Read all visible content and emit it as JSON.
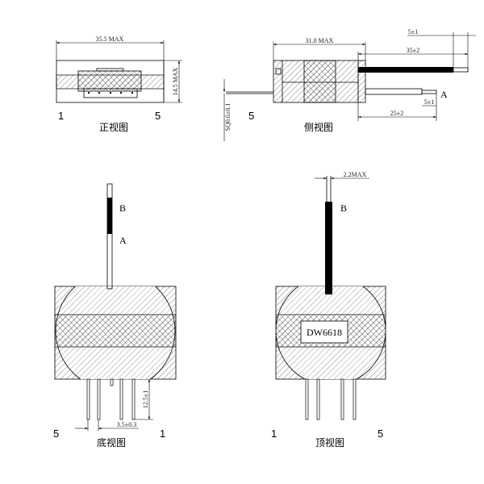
{
  "front_view": {
    "caption": "正视图",
    "pin_left": "1",
    "pin_right": "5",
    "width_dim": "35.5 MAX",
    "height_dim": "14.5 MAX"
  },
  "side_view": {
    "caption": "侧视图",
    "pin_label": "5",
    "length_dim": "31.0 MAX",
    "wire_b_dim": "35±2",
    "strip_b_dim": "5±1",
    "wire_a_dim": "25±2",
    "strip_a_dim": "5±1",
    "pin_dim": "SQ0.6±0.1",
    "wire_a_label": "A"
  },
  "bottom_view": {
    "caption": "底视图",
    "pin_left": "5",
    "pin_right": "1",
    "wire_b_label": "B",
    "wire_a_label": "A",
    "pin_length_dim": "12.5±1",
    "pin_pitch_dim": "3.5±0.3"
  },
  "top_view": {
    "caption": "顶视图",
    "pin_left": "1",
    "pin_right": "5",
    "wire_label": "B",
    "wire_dim": "2.2MAX",
    "part_number": "DW6618"
  },
  "colors": {
    "line": "#000000",
    "background": "#ffffff"
  }
}
